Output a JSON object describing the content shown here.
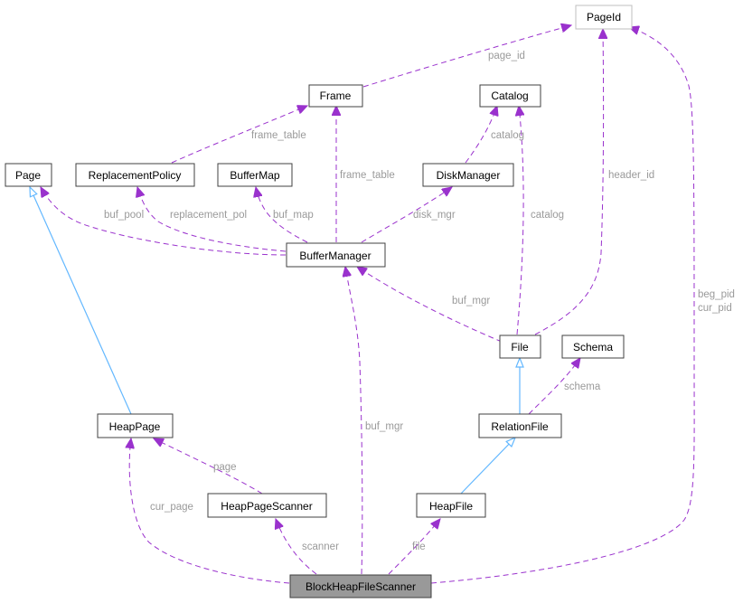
{
  "nodes": {
    "pageid": "PageId",
    "frame": "Frame",
    "catalog": "Catalog",
    "page": "Page",
    "replacement_policy": "ReplacementPolicy",
    "buffer_map": "BufferMap",
    "disk_manager": "DiskManager",
    "buffer_manager": "BufferManager",
    "file": "File",
    "schema": "Schema",
    "relation_file": "RelationFile",
    "heap_page": "HeapPage",
    "heap_page_scanner": "HeapPageScanner",
    "heap_file": "HeapFile",
    "block_heap_file_scanner": "BlockHeapFileScanner"
  },
  "edge_labels": {
    "page_id": "page_id",
    "frame_table_1": "frame_table",
    "frame_table_2": "frame_table",
    "catalog_1": "catalog",
    "catalog_2": "catalog",
    "header_id": "header_id",
    "buf_pool": "buf_pool",
    "replacement_pol": "replacement_pol",
    "buf_map": "buf_map",
    "disk_mgr": "disk_mgr",
    "buf_mgr_1": "buf_mgr",
    "buf_mgr_2": "buf_mgr",
    "beg_pid": "beg_pid",
    "cur_pid": "cur_pid",
    "schema": "schema",
    "page": "page",
    "cur_page": "cur_page",
    "scanner": "scanner",
    "file": "file"
  },
  "colors": {
    "dependency_edge": "#9a32cd",
    "inheritance_edge": "#63b8ff",
    "label_text": "#9a9a9a",
    "focus_node_fill": "#999999"
  }
}
